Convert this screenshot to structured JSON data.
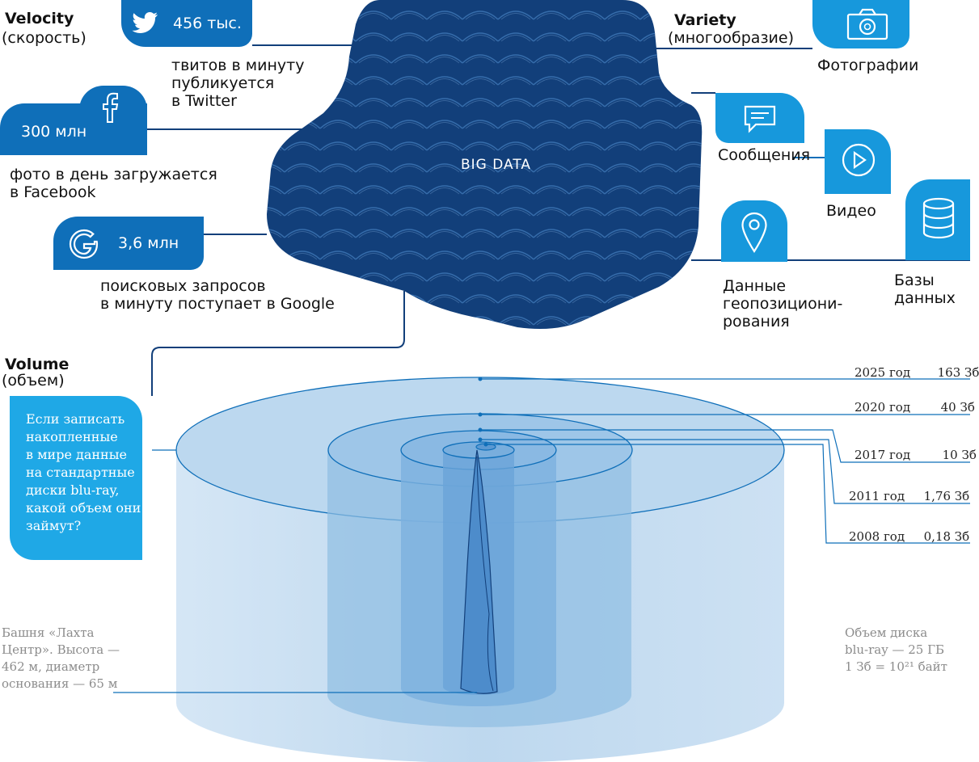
{
  "center": {
    "label": "BIG DATA"
  },
  "velocity": {
    "title": "Velocity",
    "subtitle": "(скорость)",
    "twitter": {
      "value": "456 тыс.",
      "text": [
        "твитов в минуту",
        "публикуется",
        "в Twitter"
      ],
      "icon": "twitter-bird-icon"
    },
    "facebook": {
      "value": "300 млн",
      "text": [
        "фото в день загружается",
        "в Facebook"
      ],
      "icon": "facebook-icon"
    },
    "google": {
      "value": "3,6 млн",
      "text": [
        "поисковых запросов",
        "в минуту поступает в Google"
      ],
      "icon": "google-icon"
    }
  },
  "variety": {
    "title": "Variety",
    "subtitle": "(многообразие)",
    "items": [
      {
        "label": "Фотографии",
        "icon": "camera-icon"
      },
      {
        "label": "Сообщения",
        "icon": "message-icon"
      },
      {
        "label": "Видео",
        "icon": "play-icon"
      },
      {
        "label": "Данные\nгеопозициони-\nрования",
        "icon": "map-pin-icon"
      },
      {
        "label": "Базы\nданных",
        "icon": "database-icon"
      }
    ]
  },
  "volume": {
    "title": "Volume",
    "subtitle": "(объем)",
    "question": "Если записать\nнакопленные\nв мире данные\nна стандартные\nдиски blu-ray,\nкакой объем они\nзаймут?",
    "years": [
      {
        "year": "2025 год",
        "value": "163 Зб"
      },
      {
        "year": "2020 год",
        "value": "40 Зб"
      },
      {
        "year": "2017 год",
        "value": "10 Зб"
      },
      {
        "year": "2011 год",
        "value": "1,76 Зб"
      },
      {
        "year": "2008 год",
        "value": "0,18 Зб"
      }
    ],
    "tower_note": "Башня «Лахта\nЦентр». Высота —\n462 м, диаметр\nоснования — 65 м",
    "disk_note": "Объем диска\nblu-ray — 25 ГБ\n1 Зб = 10²¹ байт"
  },
  "colors": {
    "navy": "#123f7a",
    "blue": "#0f6fb9",
    "cyan": "#1798dc",
    "light": "#1fa8e6",
    "cylinder": "#a9cdea"
  }
}
